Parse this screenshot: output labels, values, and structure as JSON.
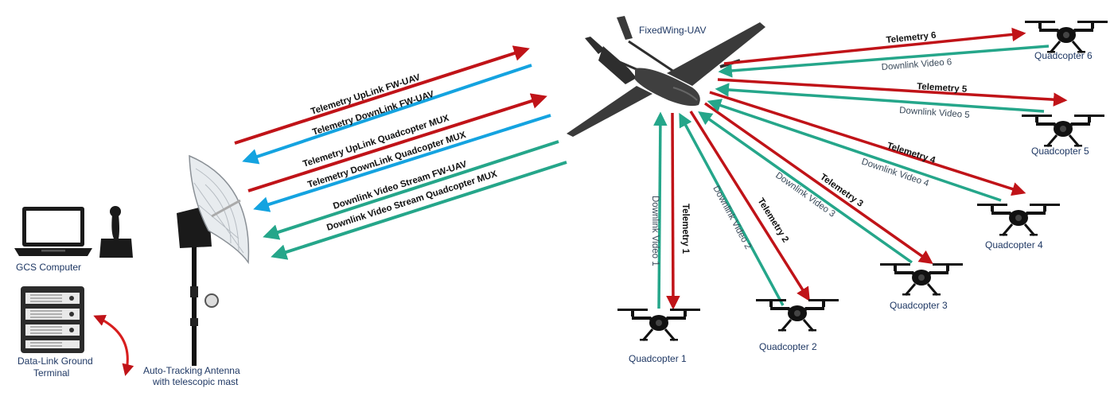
{
  "colors": {
    "telemetry": "#c01318",
    "downlink_telemetry": "#14a3e0",
    "video": "#25a68a",
    "label_node": "#1f3864",
    "equipment_dark": "#1a1a1a",
    "dish": "#e8ecef"
  },
  "nodes": {
    "gcs_computer": "GCS Computer",
    "ground_terminal_line1": "Data-Link Ground",
    "ground_terminal_line2": "Terminal",
    "antenna_line1": "Auto-Tracking Antenna",
    "antenna_line2": "with telescopic mast",
    "fixedwing": "FixedWing-UAV",
    "quadcopter_1": "Quadcopter 1",
    "quadcopter_2": "Quadcopter 2",
    "quadcopter_3": "Quadcopter 3",
    "quadcopter_4": "Quadcopter 4",
    "quadcopter_5": "Quadcopter 5",
    "quadcopter_6": "Quadcopter 6"
  },
  "ground_links": {
    "telemetry_uplink_fw": "Telemetry UpLink FW-UAV",
    "telemetry_downlink_fw": "Telemetry DownLink FW-UAV",
    "telemetry_uplink_mux": "Telemetry UpLink Quadcopter  MUX",
    "telemetry_downlink_mux": "Telemetry DownLink Quadcopter MUX",
    "video_fw": "Downlink Video Stream FW-UAV",
    "video_mux": "Downlink Video Stream Quadcopter MUX"
  },
  "air_links": {
    "telemetry_1": "Telemetry 1",
    "video_1": "Downlink Video 1",
    "telemetry_2": "Telemetry 2",
    "video_2": "Downlink Video 2",
    "telemetry_3": "Telemetry 3",
    "video_3": "Downlink Video 3",
    "telemetry_4": "Telemetry 4",
    "video_4": "Downlink Video 4",
    "telemetry_5": "Telemetry 5",
    "video_5": "Downlink Video 5",
    "telemetry_6": "Telemetry 6",
    "video_6": "Downlink Video 6"
  },
  "icons": [
    "laptop-icon",
    "joystick-icon",
    "ground-terminal-rack-icon",
    "antenna-dish-icon",
    "fixedwing-uav-icon",
    "quadcopter-icon"
  ]
}
